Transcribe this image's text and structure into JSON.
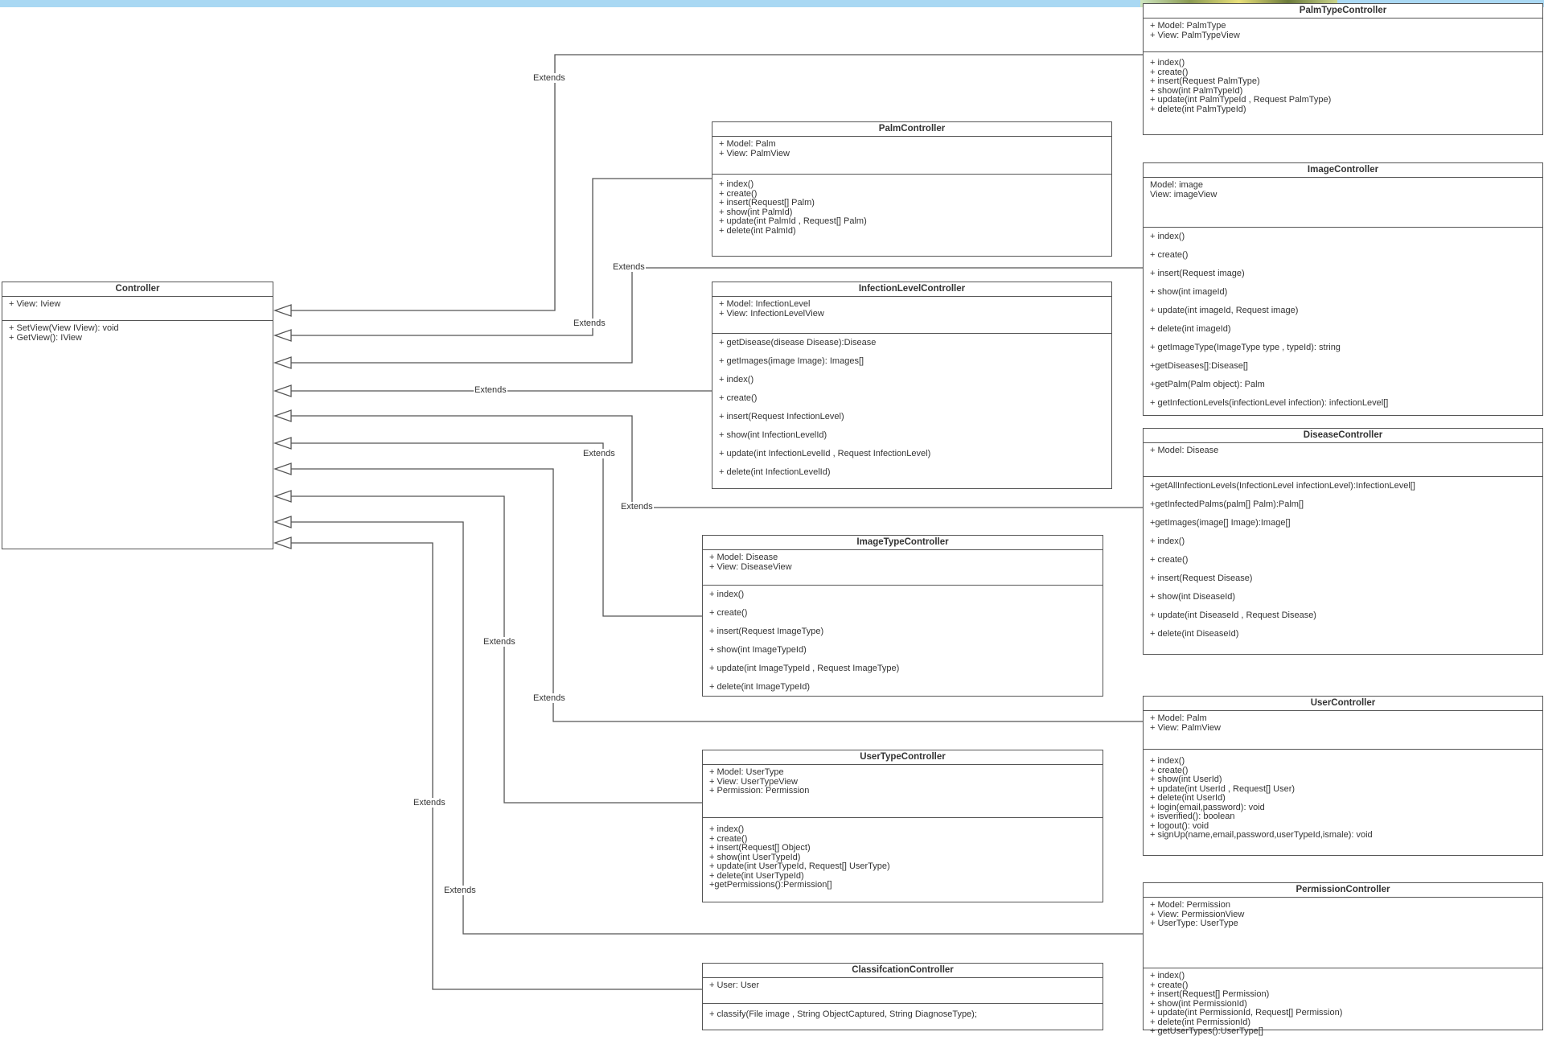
{
  "relation_label": "Extends",
  "classes": {
    "controller": {
      "name": "Controller",
      "attrs": [
        "+ View: Iview"
      ],
      "methods": [
        "+ SetView(View IView): void",
        "+ GetView(): IView"
      ]
    },
    "palm_type": {
      "name": "PalmTypeController",
      "attrs": [
        "+ Model: PalmType",
        "+ View: PalmTypeView"
      ],
      "methods": [
        "+ index()",
        "+ create()",
        "+ insert(Request PalmType)",
        "+ show(int PalmTypeId)",
        "+ update(int PalmTypeId , Request PalmType)",
        "+ delete(int PalmTypeId)"
      ]
    },
    "palm": {
      "name": "PalmController",
      "attrs": [
        "+ Model: Palm",
        "+ View: PalmView"
      ],
      "methods": [
        "+ index()",
        "+ create()",
        "+ insert(Request[] Palm)",
        "+ show(int PalmId)",
        "+ update(int PalmId , Request[] Palm)",
        "+ delete(int PalmId)"
      ]
    },
    "image": {
      "name": "ImageController",
      "attrs": [
        "Model: image",
        "View: imageView"
      ],
      "methods": [
        "+ index()",
        "+ create()",
        "+ insert(Request image)",
        "+ show(int imageId)",
        "+ update(int imageId, Request image)",
        "+ delete(int imageId)",
        "+ getImageType(ImageType type , typeId): string",
        "+getDiseases[]:Disease[]",
        "+getPalm(Palm object): Palm",
        "+ getInfectionLevels(infectionLevel infection): infectionLevel[]"
      ]
    },
    "infection_level": {
      "name": "InfectionLevelController",
      "attrs": [
        "+ Model: InfectionLevel",
        "+ View: InfectionLevelView"
      ],
      "methods": [
        "+ getDisease(disease Disease):Disease",
        "+ getImages(image Image): Images[]",
        "+ index()",
        "+ create()",
        "+ insert(Request InfectionLevel)",
        "+ show(int InfectionLevelId)",
        "+ update(int InfectionLevelId , Request InfectionLevel)",
        "+ delete(int InfectionLevelId)"
      ]
    },
    "disease": {
      "name": "DiseaseController",
      "attrs": [
        "+ Model: Disease"
      ],
      "methods": [
        "+getAllInfectionLevels(InfectionLevel infectionLevel):InfectionLevel[]",
        "+getInfectedPalms(palm[] Palm):Palm[]",
        "+getImages(image[] Image):Image[]",
        "+ index()",
        "+ create()",
        "+ insert(Request Disease)",
        "+ show(int DiseaseId)",
        "+ update(int DiseaseId , Request Disease)",
        "+ delete(int DiseaseId)"
      ]
    },
    "image_type": {
      "name": "ImageTypeController",
      "attrs": [
        "+ Model: Disease",
        "+ View: DiseaseView"
      ],
      "methods": [
        "+ index()",
        "+ create()",
        "+ insert(Request ImageType)",
        "+ show(int ImageTypeId)",
        "+ update(int ImageTypeId , Request ImageType)",
        "+ delete(int ImageTypeId)"
      ]
    },
    "user": {
      "name": "UserController",
      "attrs": [
        "+ Model: Palm",
        "+ View: PalmView"
      ],
      "methods": [
        "+ index()",
        "+ create()",
        "+ show(int UserId)",
        "+ update(int UserId , Request[] User)",
        "+ delete(int UserId)",
        "+ login(email,password): void",
        "+ isverified(): boolean",
        "+ logout(): void",
        "+ signUp(name,email,password,userTypeId,ismale): void"
      ]
    },
    "user_type": {
      "name": "UserTypeController",
      "attrs": [
        "+ Model: UserType",
        "+ View: UserTypeView",
        "+ Permission: Permission"
      ],
      "methods": [
        "+ index()",
        "+ create()",
        "+ insert(Request[] Object)",
        "+ show(int UserTypeId)",
        "+ update(int UserTypeId, Request[] UserType)",
        "+ delete(int UserTypeId)",
        "+getPermissions():Permission[]"
      ]
    },
    "permission": {
      "name": "PermissionController",
      "attrs": [
        "+ Model: Permission",
        "+ View: PermissionView",
        "+ UserType: UserType"
      ],
      "methods": [
        "+ index()",
        "+ create()",
        "+ insert(Request[] Permission)",
        "+ show(int PermissionId)",
        "+ update(int PermissionId, Request[] Permission)",
        "+ delete(int PermissionId)",
        "+ getUserTypes():UserType[]"
      ]
    },
    "classification": {
      "name": "ClassifcationController",
      "attrs": [
        "+ User: User"
      ],
      "methods": [
        "+ classify(File image , String ObjectCaptured, String DiagnoseType);"
      ]
    }
  }
}
